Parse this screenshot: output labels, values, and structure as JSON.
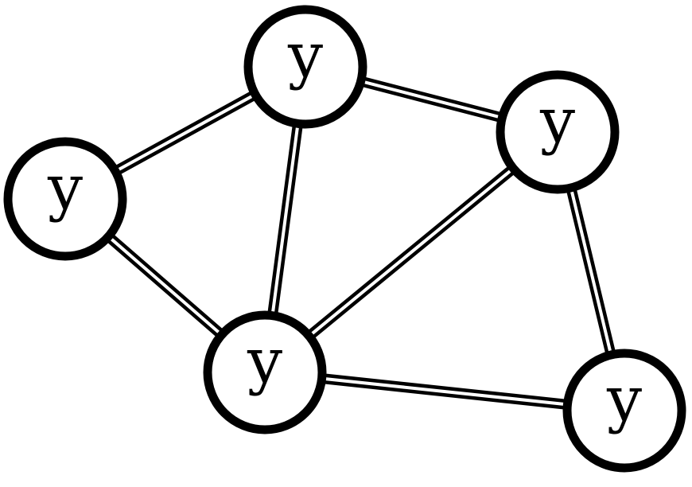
{
  "diagram": {
    "type": "undirected-graph",
    "edge_style": "double-line",
    "colors": {
      "stroke": "#000000",
      "fill": "#ffffff"
    },
    "nodes": [
      {
        "id": "n1",
        "label": "y"
      },
      {
        "id": "n2",
        "label": "y"
      },
      {
        "id": "n3",
        "label": "y"
      },
      {
        "id": "n4",
        "label": "y"
      },
      {
        "id": "n5",
        "label": "y"
      },
      {
        "id": "n6",
        "label": "y"
      }
    ],
    "edges": [
      {
        "from": "n1",
        "to": "n2"
      },
      {
        "from": "n1",
        "to": "n4"
      },
      {
        "from": "n2",
        "to": "n3"
      },
      {
        "from": "n2",
        "to": "n4"
      },
      {
        "from": "n3",
        "to": "n4"
      },
      {
        "from": "n3",
        "to": "n6"
      },
      {
        "from": "n4",
        "to": "n6"
      }
    ]
  }
}
